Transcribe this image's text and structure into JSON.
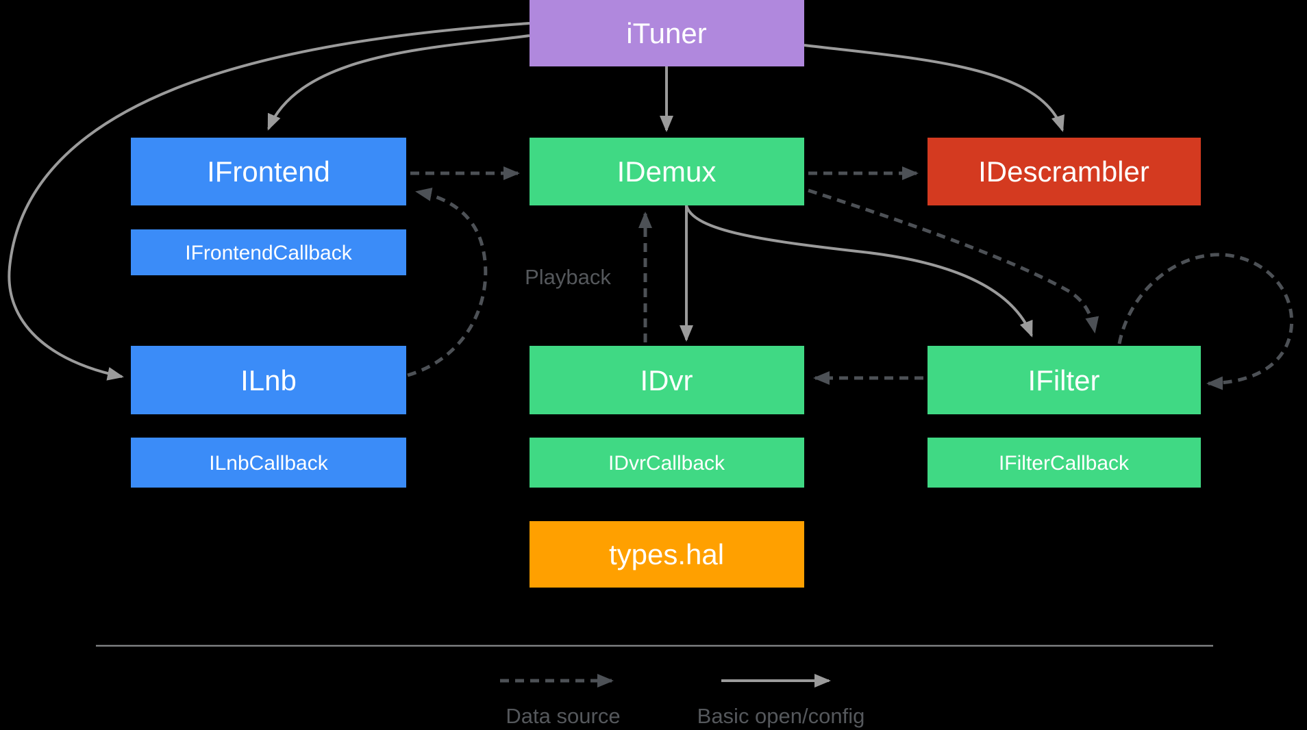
{
  "title": "Tuner HAL interfaces diagram",
  "colors": {
    "purple": "#B088DD",
    "blue": "#3B8CF8",
    "green": "#40D984",
    "red": "#D43A20",
    "solid_arrow": "#9B9B9B",
    "dashed_arrow": "#4D5156",
    "muted_text": "#55585C",
    "divider": "#7E8082"
  },
  "nodes": {
    "ituner": {
      "label": "iTuner"
    },
    "ifrontend": {
      "label": "IFrontend"
    },
    "ifrontend_callback": {
      "label": "IFrontendCallback"
    },
    "idemux": {
      "label": "IDemux"
    },
    "idescrambler": {
      "label": "IDescrambler"
    },
    "ilnb": {
      "label": "ILnb"
    },
    "ilnb_callback": {
      "label": "ILnbCallback"
    },
    "idvr": {
      "label": "IDvr"
    },
    "idvr_callback": {
      "label": "IDvrCallback"
    },
    "ifilter": {
      "label": "IFilter"
    },
    "ifilter_callback": {
      "label": "IFilterCallback"
    },
    "types_hal": {
      "label": "types.hal"
    }
  },
  "annotations": {
    "playback": "Playback"
  },
  "edges": [
    {
      "from": "ituner",
      "to": "ifrontend",
      "type": "basic_open_config"
    },
    {
      "from": "ituner",
      "to": "idemux",
      "type": "basic_open_config"
    },
    {
      "from": "ituner",
      "to": "idescrambler",
      "type": "basic_open_config"
    },
    {
      "from": "ituner",
      "to": "ilnb",
      "type": "basic_open_config"
    },
    {
      "from": "idemux",
      "to": "idvr",
      "type": "basic_open_config"
    },
    {
      "from": "idemux",
      "to": "ifilter",
      "type": "basic_open_config"
    },
    {
      "from": "ifrontend",
      "to": "idemux",
      "type": "data_source"
    },
    {
      "from": "idemux",
      "to": "idescrambler",
      "type": "data_source"
    },
    {
      "from": "idemux",
      "to": "ifilter",
      "type": "data_source"
    },
    {
      "from": "idvr",
      "to": "idemux",
      "type": "data_source",
      "label": "Playback"
    },
    {
      "from": "ifilter",
      "to": "idvr",
      "type": "data_source"
    },
    {
      "from": "ilnb",
      "to": "ifrontend",
      "type": "data_source"
    },
    {
      "from": "ifilter",
      "to": "ifilter",
      "type": "data_source"
    }
  ],
  "legend": {
    "data_source": "Data source",
    "basic_open_config": "Basic open/config"
  }
}
